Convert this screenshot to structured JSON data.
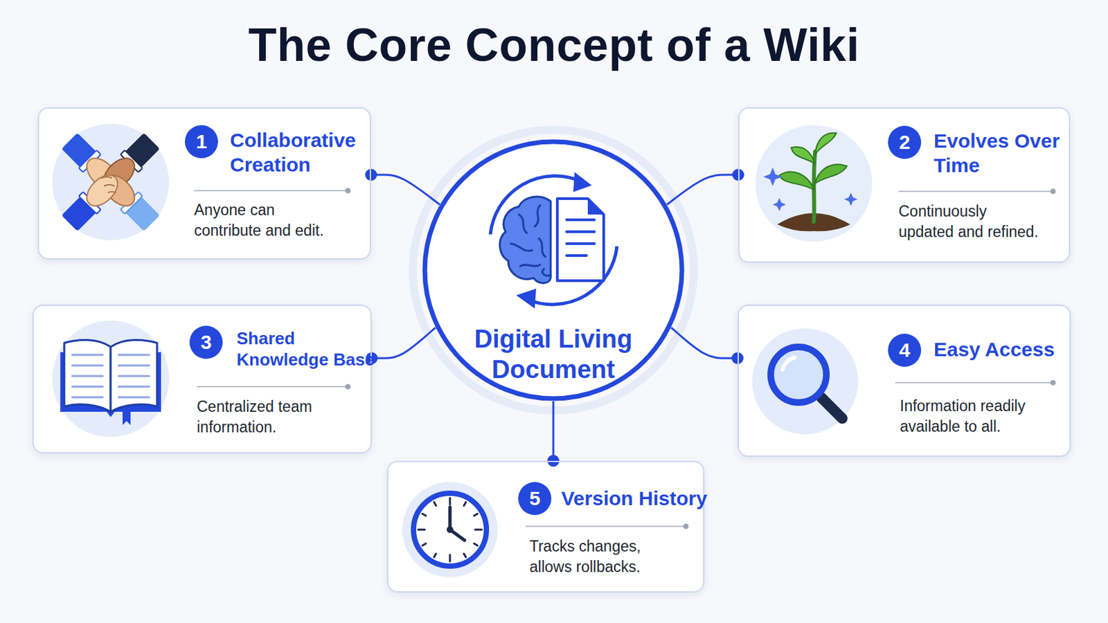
{
  "diagram": {
    "title": "The Core Concept of a Wiki",
    "nodes": [
      {
        "text": [
          "1",
          "Collaborative Creation",
          "Anyone can contribute and edit."
        ]
      },
      {
        "text": [
          "2",
          "Evolves Over Time",
          "Continuously updated and refined."
        ]
      },
      {
        "text": [
          "3",
          "Shared Knowledge Base",
          "Centralized team information."
        ]
      },
      {
        "text": [
          "4",
          "Easy Access",
          "Information readily available to all."
        ]
      },
      {
        "text": [
          "5",
          "Version History",
          "Tracks changes, allows rollbacks."
        ]
      },
      {
        "text": [
          "Digital Living Document"
        ]
      }
    ],
    "edges": [
      {
        "from": 5,
        "to": 0,
        "arrow": "none"
      },
      {
        "from": 5,
        "to": 1,
        "arrow": "none"
      },
      {
        "from": 5,
        "to": 2,
        "arrow": "none"
      },
      {
        "from": 5,
        "to": 3,
        "arrow": "none"
      },
      {
        "from": 5,
        "to": 4,
        "arrow": "none"
      }
    ]
  }
}
